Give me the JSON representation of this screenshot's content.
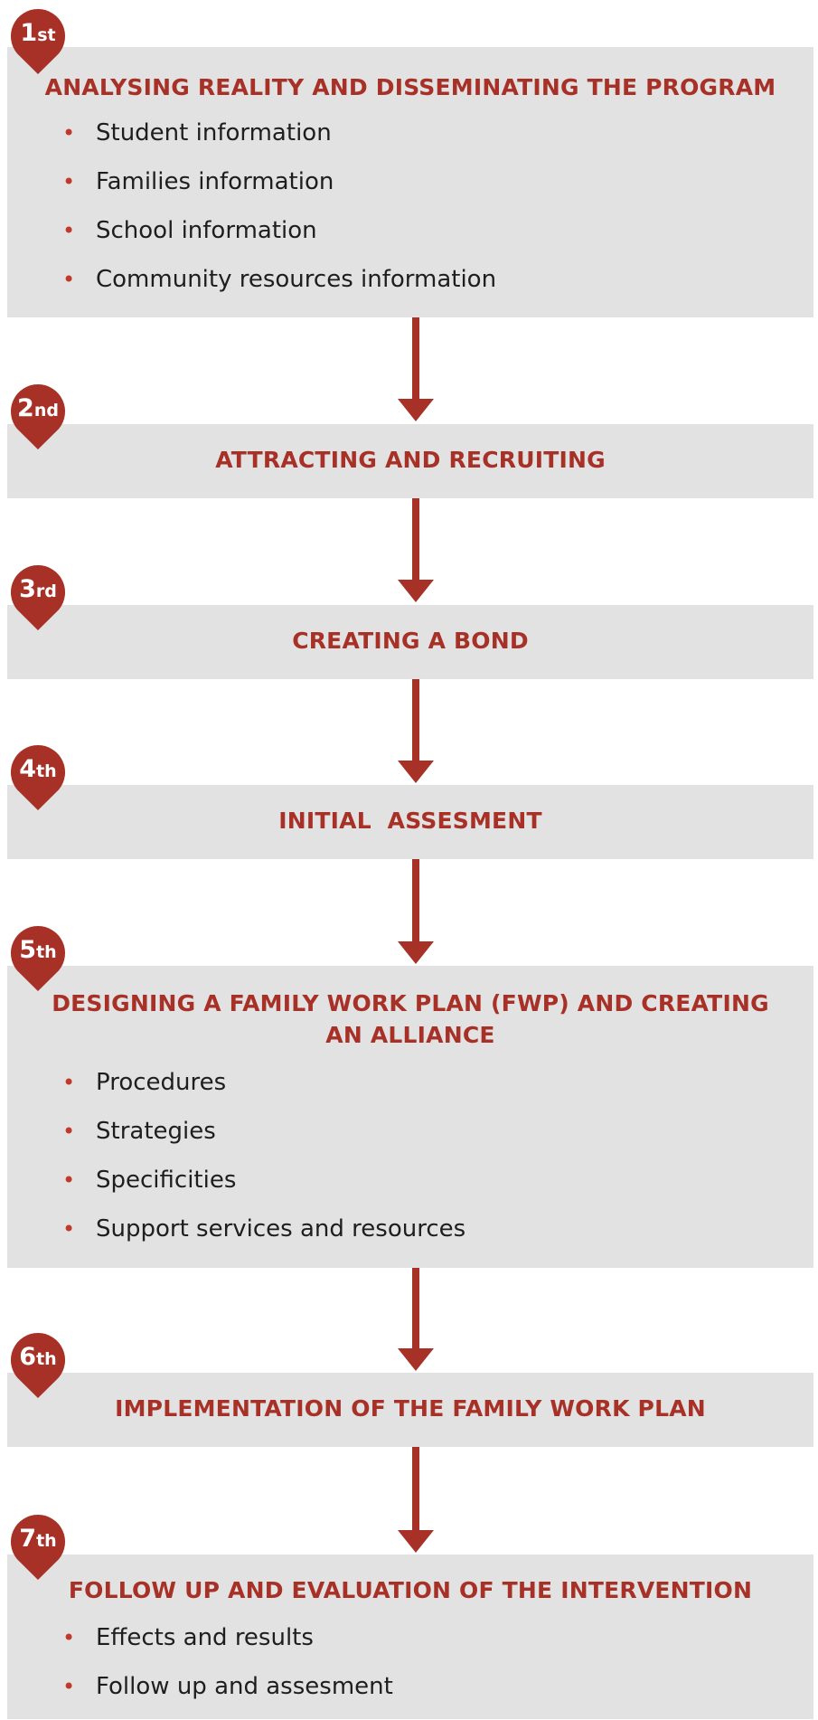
{
  "accent_color": "#a83127",
  "box_color": "#e2e2e2",
  "steps": [
    {
      "number": "1",
      "suffix": "st",
      "title": "ANALYSING REALITY AND DISSEMINATING THE PROGRAM",
      "bullets": [
        "Student information",
        "Families information",
        "School information",
        "Community resources information"
      ]
    },
    {
      "number": "2",
      "suffix": "nd",
      "title": "ATTRACTING AND RECRUITING",
      "bullets": []
    },
    {
      "number": "3",
      "suffix": "rd",
      "title": "CREATING A BOND",
      "bullets": []
    },
    {
      "number": "4",
      "suffix": "th",
      "title": "INITIAL  ASSESMENT",
      "bullets": []
    },
    {
      "number": "5",
      "suffix": "th",
      "title_lines": [
        "DESIGNING A FAMILY WORK PLAN (FWP) AND CREATING",
        "AN ALLIANCE"
      ],
      "bullets": [
        "Procedures",
        "Strategies",
        "Specificities",
        "Support services and resources"
      ]
    },
    {
      "number": "6",
      "suffix": "th",
      "title": "IMPLEMENTATION OF THE FAMILY WORK PLAN",
      "bullets": []
    },
    {
      "number": "7",
      "suffix": "th",
      "title": "FOLLOW UP AND EVALUATION OF THE INTERVENTION",
      "bullets": [
        "Effects and results",
        "Follow up and assesment"
      ]
    }
  ]
}
